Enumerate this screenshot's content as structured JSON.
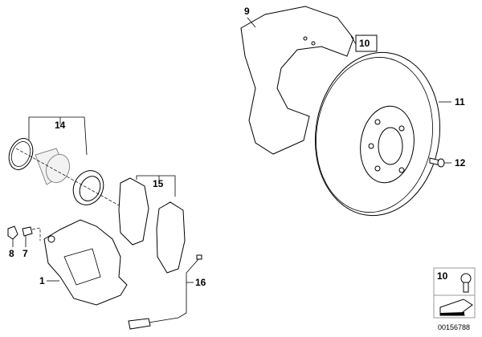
{
  "callouts": {
    "p1": "1",
    "p7": "7",
    "p8": "8",
    "p9": "9",
    "p10": "10",
    "p11": "11",
    "p12": "12",
    "p14": "14",
    "p15": "15",
    "p16": "16"
  },
  "legend": {
    "part": "10"
  },
  "diagram_id": "00156788"
}
